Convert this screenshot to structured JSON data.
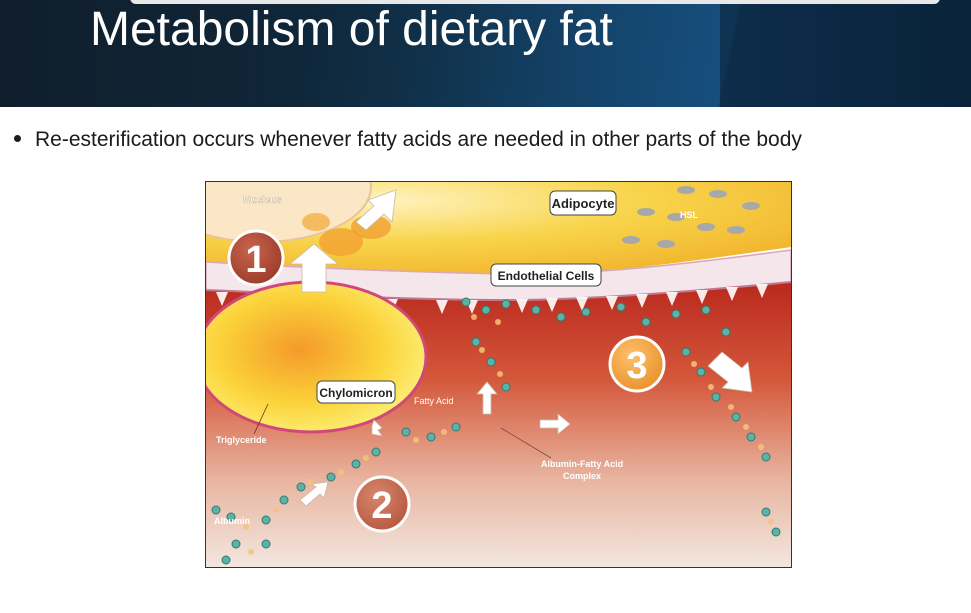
{
  "slide": {
    "title": "Metabolism of dietary fat",
    "bullet": "Re-esterification occurs whenever fatty acids are needed in other parts of the body"
  },
  "figure": {
    "labels": {
      "nucleus": "Nucleus",
      "adipocyte": "Adipocyte",
      "hsl": "HSL",
      "endothelial": "Endothelial Cells",
      "chylomicron": "Chylomicron",
      "fatty_acid": "Fatty Acid",
      "triglyceride": "Triglyceride",
      "albumin": "Albumin",
      "complex_line1": "Albumin-Fatty Acid",
      "complex_line2": "Complex"
    },
    "steps": [
      "1",
      "2",
      "3"
    ]
  },
  "colors": {
    "header_dark": "#101e2c",
    "header_blue": "#12406a",
    "adipocyte_yellow": "#f8d44a",
    "blood_red": "#c8382a",
    "step_circle": "#b5503c"
  }
}
